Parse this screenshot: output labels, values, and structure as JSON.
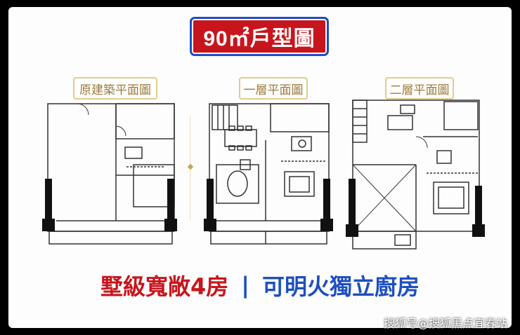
{
  "badge": {
    "text": "90㎡戶型圖",
    "bg_color": "#c8151d",
    "border_color": "#1d4fbf"
  },
  "plans": [
    {
      "label": "原建築平面圖"
    },
    {
      "label": "一層平面圖"
    },
    {
      "label": "二層平面圖"
    }
  ],
  "headline": {
    "left": "墅級寬敞4房",
    "separator": "|",
    "right": "可明火獨立廚房",
    "left_color": "#c8151d",
    "right_color": "#1d4fbf"
  },
  "watermark": "搜狐号@搜狐黑点宜春站"
}
